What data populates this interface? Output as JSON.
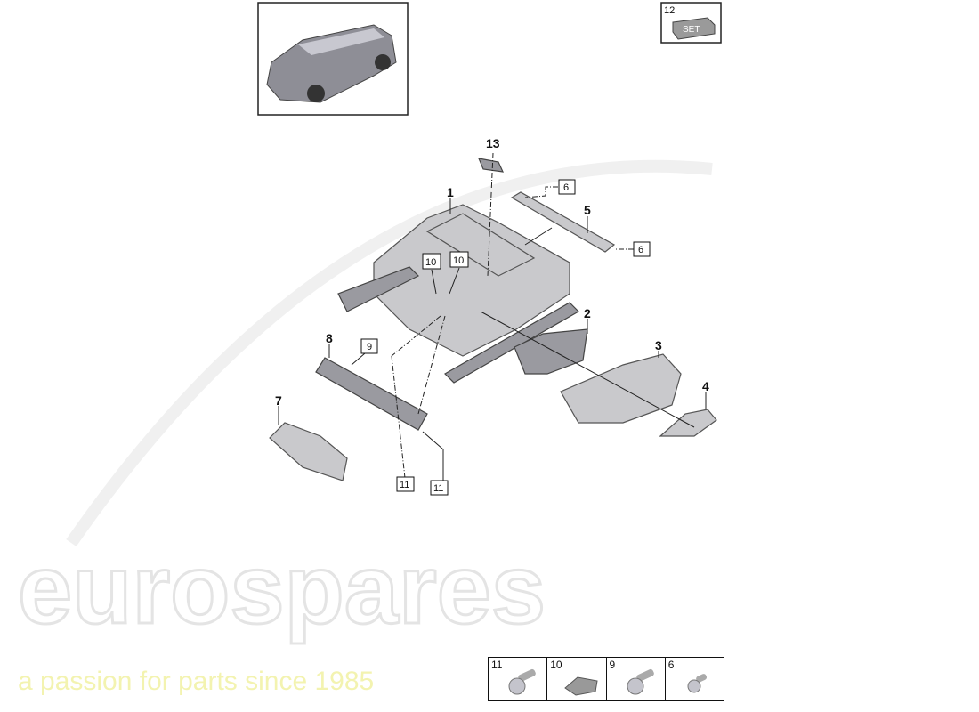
{
  "watermark": {
    "brand": "eurospares",
    "tagline": "a passion for parts since 1985",
    "brand_color": "#e6e6e6",
    "tagline_color": "#f2f2a0"
  },
  "vehicle_thumbnail": {
    "icon": "suv-car-icon"
  },
  "set_item": {
    "number": "12",
    "label": "SET"
  },
  "callouts": {
    "c1": "1",
    "c2": "2",
    "c3": "3",
    "c4": "4",
    "c5": "5",
    "c7": "7",
    "c8": "8",
    "c13": "13"
  },
  "boxed_refs": {
    "b6a": "6",
    "b6b": "6",
    "b9": "9",
    "b10a": "10",
    "b10b": "10",
    "b11a": "11",
    "b11b": "11"
  },
  "legend": [
    {
      "number": "11",
      "icon": "screw-icon"
    },
    {
      "number": "10",
      "icon": "clip-nut-icon"
    },
    {
      "number": "9",
      "icon": "screw-icon"
    },
    {
      "number": "6",
      "icon": "short-screw-icon"
    }
  ]
}
